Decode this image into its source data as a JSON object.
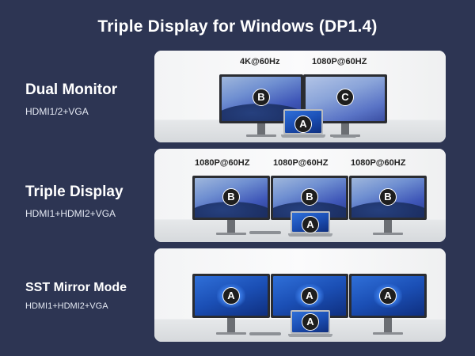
{
  "title": "Triple Display for Windows (DP1.4)",
  "rows": [
    {
      "name": "Dual Monitor",
      "ports": "HDMI1/2+VGA",
      "resolutions": [
        "4K@60Hz",
        "1080P@60HZ"
      ],
      "badges": [
        "B",
        "C",
        "A"
      ]
    },
    {
      "name": "Triple Display",
      "ports": "HDMI1+HDMI2+VGA",
      "resolutions": [
        "1080P@60HZ",
        "1080P@60HZ",
        "1080P@60HZ"
      ],
      "badges": [
        "B",
        "B",
        "B",
        "A"
      ]
    },
    {
      "name": "SST Mirror Mode",
      "ports": "HDMI1+HDMI2+VGA",
      "badges": [
        "A",
        "A",
        "A",
        "A"
      ]
    }
  ],
  "colors": {
    "background": "#2d3553",
    "panel": "#f3f4f5",
    "badge": "#1e1e1e"
  }
}
